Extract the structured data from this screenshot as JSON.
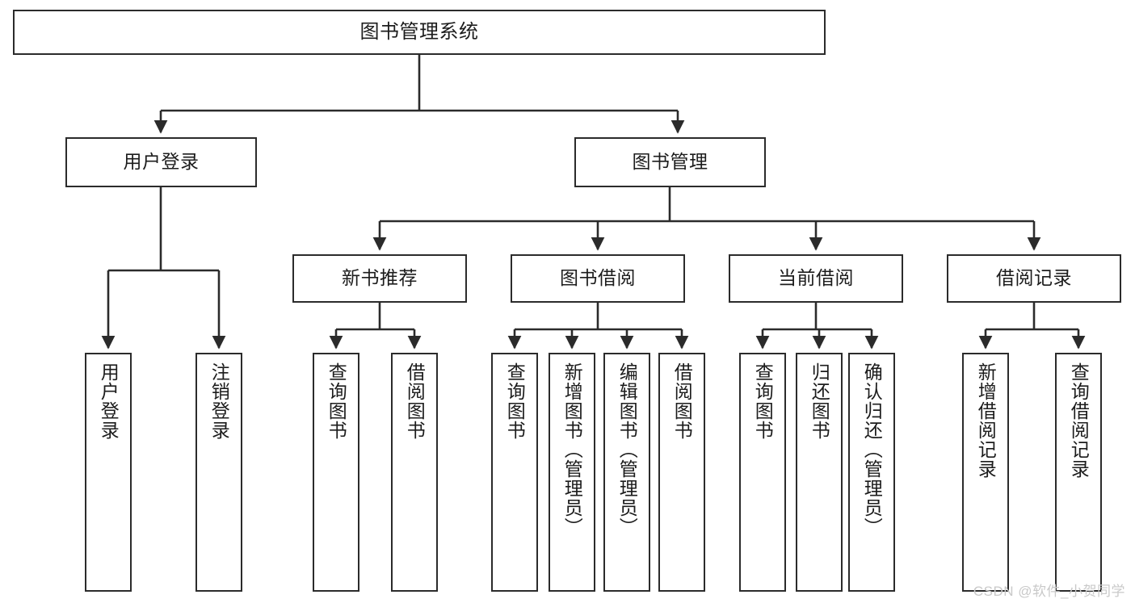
{
  "diagram": {
    "type": "tree-hierarchy",
    "title": "图书管理系统",
    "watermark": "CSDN @软件_小贺同学",
    "colors": {
      "stroke": "#2b2b2b",
      "fill": "#ffffff",
      "text": "#1c1c1c",
      "watermark": "#c9c9c9"
    },
    "nodes": {
      "root": {
        "label": "图书管理系统"
      },
      "level2": [
        {
          "id": "user-login",
          "label": "用户登录"
        },
        {
          "id": "book-manage",
          "label": "图书管理"
        }
      ],
      "level3": [
        {
          "id": "new-book-recommend",
          "label": "新书推荐"
        },
        {
          "id": "book-borrow",
          "label": "图书借阅"
        },
        {
          "id": "current-borrow",
          "label": "当前借阅"
        },
        {
          "id": "borrow-record",
          "label": "借阅记录"
        }
      ],
      "leaves": [
        {
          "id": "leaf-user-login",
          "parent": "user-login",
          "label": "用户登录"
        },
        {
          "id": "leaf-logout-login",
          "parent": "user-login",
          "label": "注销登录"
        },
        {
          "id": "leaf-query-book-1",
          "parent": "new-book-recommend",
          "label": "查询图书"
        },
        {
          "id": "leaf-borrow-book-1",
          "parent": "new-book-recommend",
          "label": "借阅图书"
        },
        {
          "id": "leaf-query-book-2",
          "parent": "book-borrow",
          "label": "查询图书"
        },
        {
          "id": "leaf-add-book",
          "parent": "book-borrow",
          "label": "新增图书（管理员）"
        },
        {
          "id": "leaf-edit-book",
          "parent": "book-borrow",
          "label": "编辑图书（管理员）"
        },
        {
          "id": "leaf-borrow-book-2",
          "parent": "book-borrow",
          "label": "借阅图书"
        },
        {
          "id": "leaf-query-book-3",
          "parent": "current-borrow",
          "label": "查询图书"
        },
        {
          "id": "leaf-return-book",
          "parent": "current-borrow",
          "label": "归还图书"
        },
        {
          "id": "leaf-confirm-return",
          "parent": "current-borrow",
          "label": "确认归还（管理员）"
        },
        {
          "id": "leaf-add-record",
          "parent": "borrow-record",
          "label": "新增借阅记录"
        },
        {
          "id": "leaf-query-record",
          "parent": "borrow-record",
          "label": "查询借阅记录"
        }
      ]
    }
  }
}
